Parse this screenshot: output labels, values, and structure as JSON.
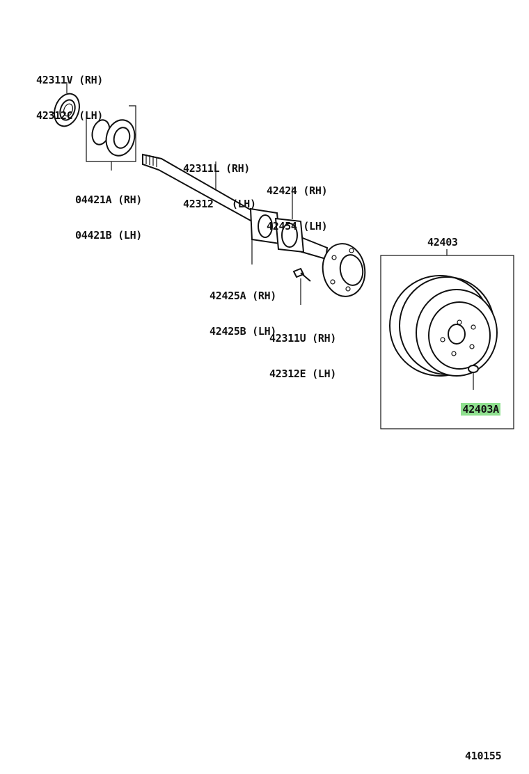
{
  "labels": {
    "oil_seal": {
      "rh": "42311V (RH)",
      "lh": "42312C (LH)"
    },
    "bearing": {
      "rh": "04421A (RH)",
      "lh": "04421B (LH)"
    },
    "axle_shaft": {
      "rh": "42311L (RH)",
      "lh": "42312   (LH)"
    },
    "retainer": {
      "rh": "42424 (RH)",
      "lh": "42454 (LH)"
    },
    "gasket": {
      "rh": "42425A (RH)",
      "lh": "42425B (LH)"
    },
    "hub_bolt": {
      "rh": "42311U (RH)",
      "lh": "42312E (LH)"
    },
    "brake_drum": "42403",
    "drum_plug": "42403A",
    "diagram_id": "410155"
  },
  "colors": {
    "highlight": "#8fe08f",
    "line": "#111111"
  }
}
